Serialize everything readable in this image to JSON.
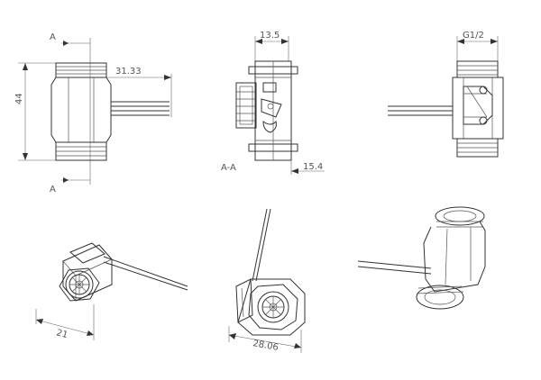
{
  "labels": {
    "section_top": "A",
    "section_bottom": "A",
    "section_name": "A-A",
    "height": "44",
    "wire_length": "31.33",
    "width_section": "13.5",
    "section_offset": "15.4",
    "thread": "G1/2",
    "iso1_dim": "21",
    "iso2_dim": "28.06"
  }
}
